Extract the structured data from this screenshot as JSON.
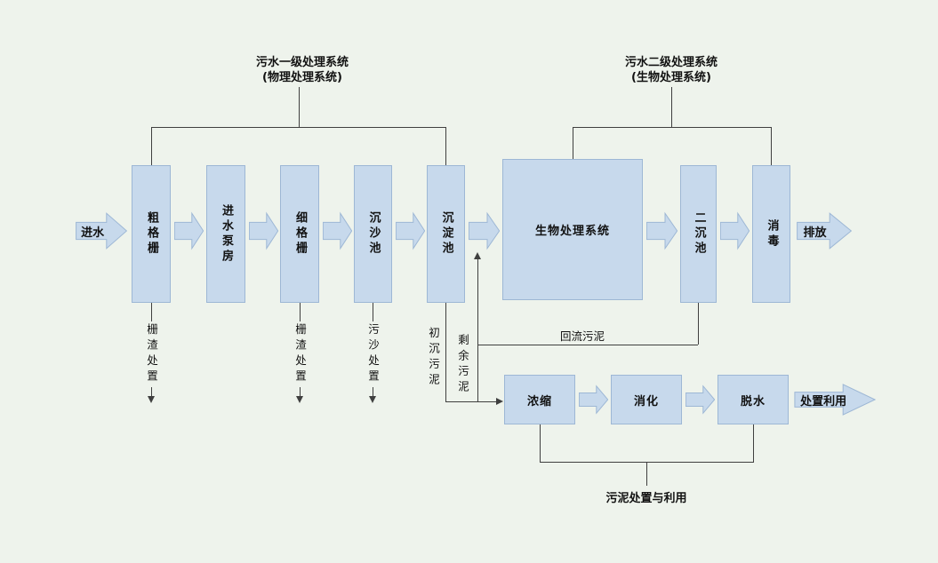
{
  "colors": {
    "background": "#eef3ec",
    "box_fill": "#c7d9ec",
    "box_border": "#9db7d5",
    "connector": "#3f3f3f",
    "text": "#111111"
  },
  "system_labels": {
    "primary": {
      "line1": "污水一级处理系统",
      "line2": "(物理处理系统)"
    },
    "secondary": {
      "line1": "污水二级处理系统",
      "line2": "(生物处理系统)"
    }
  },
  "main_flow": {
    "inflow": "进水",
    "stages": [
      "粗格栅",
      "进水泵房",
      "细格栅",
      "沉沙池",
      "沉淀池",
      "生物处理系统",
      "二沉池",
      "消毒"
    ],
    "outflow": "排放"
  },
  "annotations": {
    "coarse_screen_residue": "栅渣处置",
    "fine_screen_residue": "栅渣处置",
    "grit_disposal": "污沙处置",
    "primary_sludge": "初沉污泥",
    "excess_sludge": "剩余污泥",
    "return_sludge": "回流污泥"
  },
  "sludge_flow": {
    "stages": [
      "浓缩",
      "消化",
      "脱水"
    ],
    "outflow": "处置利用",
    "caption": "污泥处置与利用"
  }
}
